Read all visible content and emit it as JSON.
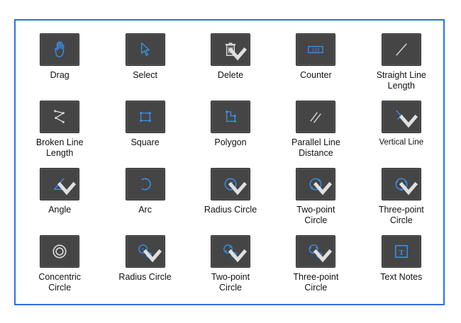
{
  "tools": [
    {
      "label": "Drag",
      "icon": "hand-icon",
      "dropdown": false
    },
    {
      "label": "Select",
      "icon": "cursor-icon",
      "dropdown": false
    },
    {
      "label": "Delete",
      "icon": "trash-icon",
      "dropdown": true
    },
    {
      "label": "Counter",
      "icon": "counter-icon",
      "dropdown": false
    },
    {
      "label": "Straight Line\nLength",
      "icon": "straight-line-icon",
      "dropdown": false
    },
    {
      "label": "Broken Line\nLength",
      "icon": "broken-line-icon",
      "dropdown": false
    },
    {
      "label": "Square",
      "icon": "square-icon",
      "dropdown": false
    },
    {
      "label": "Polygon",
      "icon": "polygon-icon",
      "dropdown": false
    },
    {
      "label": "Parallel Line\nDistance",
      "icon": "parallel-lines-icon",
      "dropdown": false
    },
    {
      "label": "Vertical Line",
      "icon": "vertical-line-icon",
      "dropdown": true
    },
    {
      "label": "Angle",
      "icon": "angle-icon",
      "dropdown": true
    },
    {
      "label": "Arc",
      "icon": "arc-icon",
      "dropdown": false
    },
    {
      "label": "Radius Circle",
      "icon": "radius-circle-icon",
      "dropdown": true
    },
    {
      "label": "Two-point\nCircle",
      "icon": "two-point-circle-icon",
      "dropdown": true
    },
    {
      "label": "Three-point\nCircle",
      "icon": "three-point-circle-icon",
      "dropdown": true
    },
    {
      "label": "Concentric\nCircle",
      "icon": "concentric-circle-icon",
      "dropdown": false
    },
    {
      "label": "Radius Circle",
      "icon": "radius-circle-pair-icon",
      "dropdown": true
    },
    {
      "label": "Two-point\nCircle",
      "icon": "two-point-circle-pair-icon",
      "dropdown": true
    },
    {
      "label": "Three-point\nCircle",
      "icon": "three-point-circle-pair-icon",
      "dropdown": true
    },
    {
      "label": "Text Notes",
      "icon": "text-notes-icon",
      "dropdown": false
    }
  ],
  "colors": {
    "frame_border": "#2f6fdc",
    "button_bg": "#454545",
    "icon_blue": "#3a8ee8",
    "icon_gray": "#d4d4d4"
  }
}
